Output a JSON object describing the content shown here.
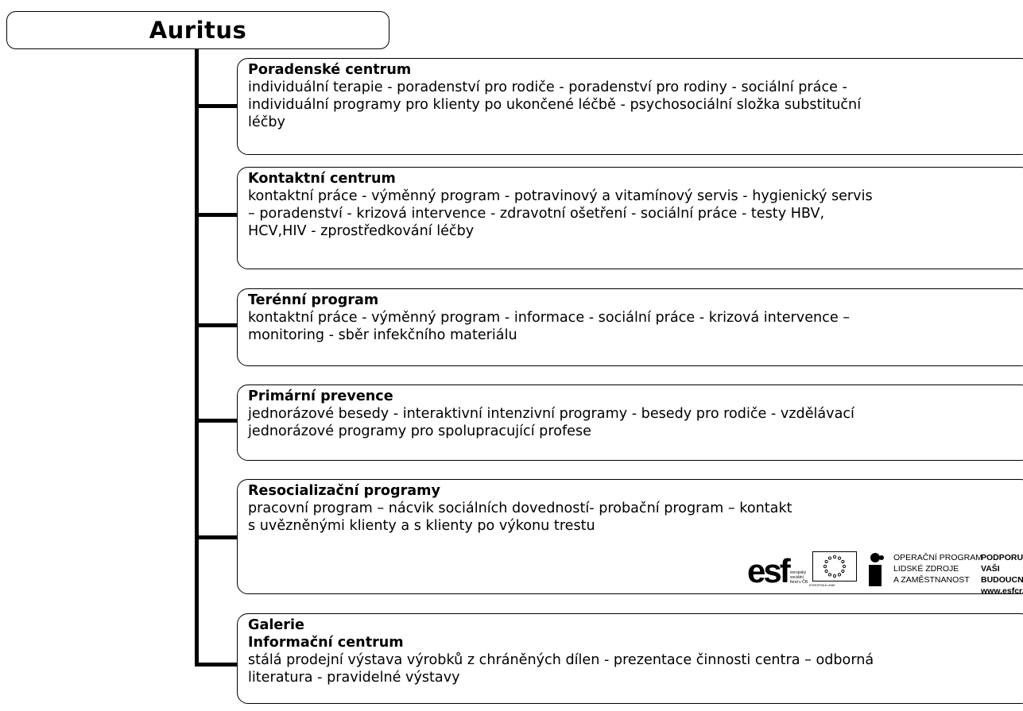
{
  "title": "Auritus",
  "sections": [
    {
      "heading": "Poradenské centrum",
      "text": "individuální terapie - poradenství pro rodiče - poradenství pro rodiny  - sociální práce -\nindividuální programy pro klienty po ukončené léčbě - psychosociální složka substituční\nléčby"
    },
    {
      "heading": "Kontaktní centrum",
      "text": "kontaktní práce - výměnný program - potravinový a vitamínový servis - hygienický servis\n– poradenství - krizová intervence - zdravotní ošetření - sociální práce - testy HBV,\nHCV,HIV - zprostředkování léčby"
    },
    {
      "heading": "Terénní program",
      "text": "kontaktní práce - výměnný program - informace - sociální práce - krizová intervence –\nmonitoring - sběr infekčního materiálu"
    },
    {
      "heading": "Primární prevence",
      "text": "jednorázové besedy - interaktivní intenzivní programy - besedy pro  rodiče - vzdělávací\njednorázové programy pro spolupracující profese"
    },
    {
      "heading": "Resocializační programy",
      "text": "pracovní program – nácvik sociálních dovedností- probační program – kontakt\ns uvězněnými klienty a s klienty po výkonu trestu"
    },
    {
      "heading": "Galerie",
      "heading2": "Informační centrum",
      "text": "stálá prodejní výstava výrobků z chráněných dílen -  prezentace činnosti centra – odborná\nliteratura - pravidelné výstavy"
    }
  ],
  "logos": {
    "esf_mark": "esf",
    "esf_text": "evropský\nsociální\nfond v ČR",
    "eu_caption": "EVROPSKÁ UNIE",
    "op_text": "OPERAČNÍ PROGRAM\nLIDSKÉ ZDROJE\nA ZAMĚSTNANOST",
    "pod_text": "PODPORUJEME\nVAŠI BUDOUCNOST\nwww.esfcr.cz"
  }
}
